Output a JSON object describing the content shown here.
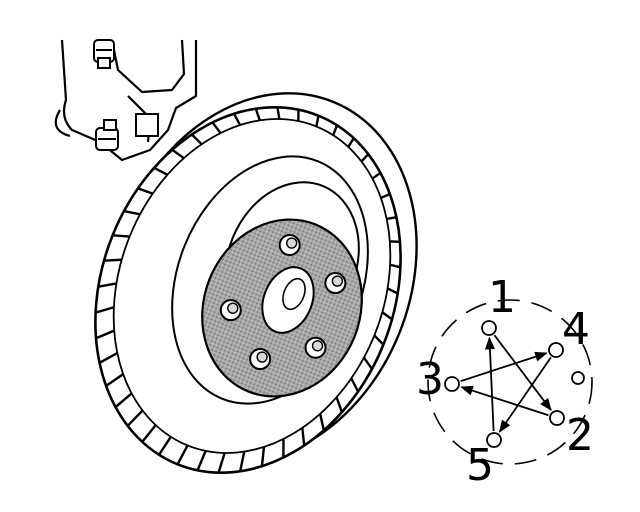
{
  "illustration": {
    "subject": "brake-rotor-with-hub",
    "palette": {
      "ink": "#000000",
      "paper": "#ffffff",
      "hub_shade": "#9a9a9a"
    }
  },
  "tightening_sequence": {
    "labels": [
      "1",
      "2",
      "3",
      "4",
      "5"
    ],
    "order": [
      "1",
      "2",
      "3",
      "4",
      "5"
    ]
  }
}
